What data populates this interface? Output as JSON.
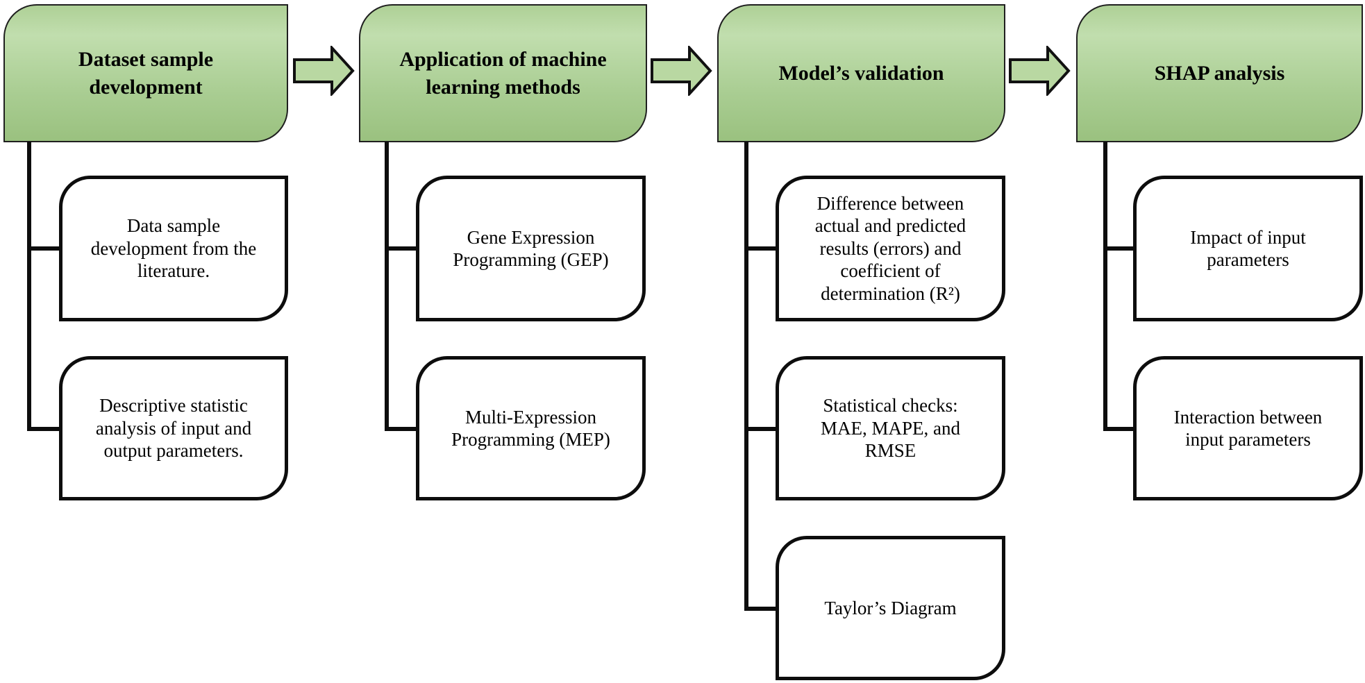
{
  "colors": {
    "background": "#ffffff",
    "stage_fill_edge": "#aed096",
    "stage_fill_top": "#c1deae",
    "stage_fill_mid": "#a9cd92",
    "stage_fill_bottom": "#9ac17f",
    "stage_border": "#1f1f1f",
    "arrow_fill": "#b9d8a2",
    "arrow_border": "#111111",
    "child_border": "#0d0d0d",
    "connector": "#0d0d0d",
    "text": "#000000"
  },
  "arrows": [
    {
      "icon": "right-arrow-icon"
    },
    {
      "icon": "right-arrow-icon"
    },
    {
      "icon": "right-arrow-icon"
    }
  ],
  "stages": [
    {
      "title": "Dataset sample\ndevelopment",
      "children": [
        {
          "label": "Data sample\ndevelopment from the\nliterature."
        },
        {
          "label": "Descriptive statistic\nanalysis of input and\noutput parameters."
        }
      ]
    },
    {
      "title": "Application of machine\nlearning methods",
      "children": [
        {
          "label": "Gene Expression\nProgramming (GEP)"
        },
        {
          "label": "Multi-Expression\nProgramming (MEP)"
        }
      ]
    },
    {
      "title": "Model’s validation",
      "children": [
        {
          "label": "Difference between\nactual and predicted\nresults (errors) and\ncoefficient of\ndetermination (R²)"
        },
        {
          "label": "Statistical checks:\nMAE, MAPE, and\nRMSE"
        },
        {
          "label": "Taylor’s Diagram"
        }
      ]
    },
    {
      "title": "SHAP analysis",
      "children": [
        {
          "label": "Impact of input\nparameters"
        },
        {
          "label": "Interaction between\ninput parameters"
        }
      ]
    }
  ]
}
